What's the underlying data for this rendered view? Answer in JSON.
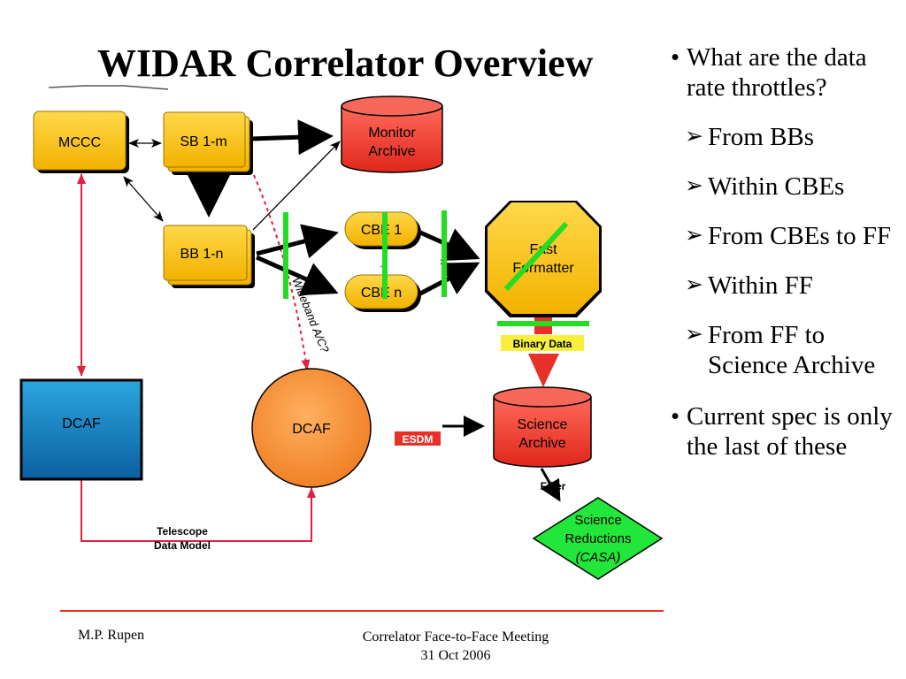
{
  "slide": {
    "title": "WIDAR Correlator Overview"
  },
  "diagram": {
    "nodes": {
      "mccc": "MCCC",
      "sb": "SB 1-m",
      "bb": "BB 1-n",
      "monitor_archive": [
        "Monitor",
        "Archive"
      ],
      "cbe1": "CBE 1",
      "cben": "CBE n",
      "fast_formatter": [
        "Fast",
        "Formatter"
      ],
      "dcaf_left": "DCAF",
      "dcaf_center": "DCAF",
      "science_archive": [
        "Science",
        "Archive"
      ],
      "science_reductions": [
        "Science",
        "Reductions",
        "(CASA)"
      ]
    },
    "labels": {
      "binary_data": "Binary Data",
      "esdm": "ESDM",
      "filler": "Filler",
      "wideband": "Wideband A/C?",
      "telescope_data_model": [
        "Telescope",
        "Data Model"
      ]
    },
    "colors": {
      "box_fill": "#f8c000",
      "red_node": "#ee3a2e",
      "dcaf_blue": "#1c82c4",
      "dcaf_orange": "#f39038",
      "casa_green": "#22e63a",
      "throttle_green": "#22dd22",
      "link_red": "#e02040"
    }
  },
  "bullets": [
    {
      "text": "What are the data rate throttles?",
      "sub": [
        "From BBs",
        "Within CBEs",
        "From CBEs to FF",
        "Within FF",
        "From FF to Science Archive"
      ]
    },
    {
      "text": "Current spec is only the last of these",
      "sub": []
    }
  ],
  "footer": {
    "author": "M.P. Rupen",
    "meeting": "Correlator Face-to-Face Meeting",
    "date": "31 Oct 2006"
  }
}
